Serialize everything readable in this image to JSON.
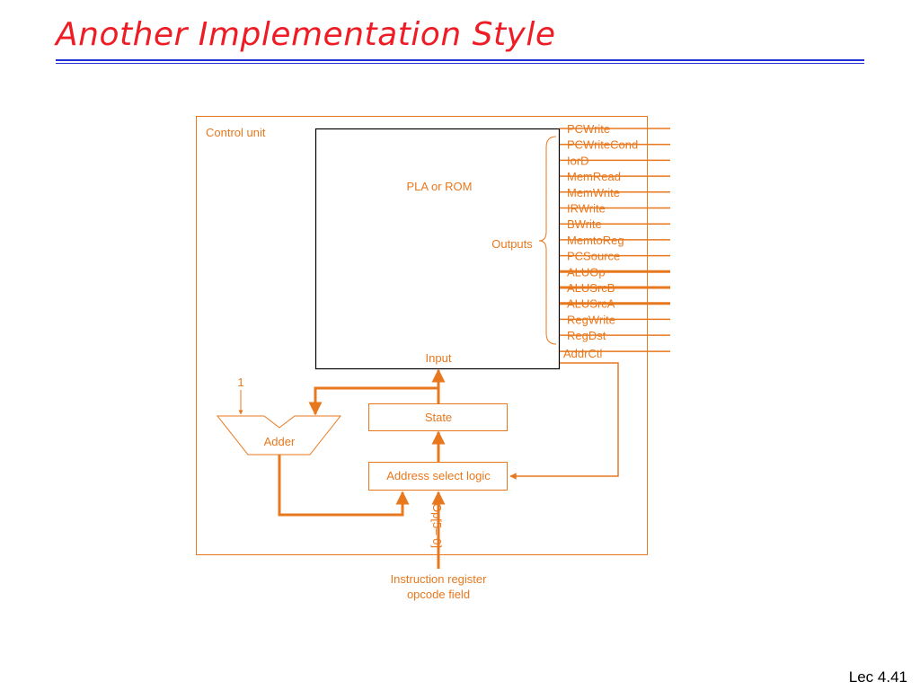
{
  "slide": {
    "title": "Another Implementation Style",
    "page_number": "Lec 4.41"
  },
  "colors": {
    "title": "#ee1c25",
    "title_rule": "#1f2fd6",
    "diagram": "#e8781e"
  },
  "diagram": {
    "control_unit_label": "Control unit",
    "pla_label": "PLA or ROM",
    "outputs_label": "Outputs",
    "input_label": "Input",
    "one_label": "1",
    "adder_label": "Adder",
    "state_label": "State",
    "address_select_label": "Address select logic",
    "op_label": "Op[5– 0]",
    "ir_label_line1": "Instruction register",
    "ir_label_line2": "opcode field",
    "addrctl_label": "AddrCtl",
    "outputs": [
      "PCWrite",
      "PCWriteCond",
      "IorD",
      "MemRead",
      "MemWrite",
      "IRWrite",
      "BWrite",
      "MemtoReg",
      "PCSource",
      "ALUOp",
      "ALUSrcB",
      "ALUSrcA",
      "RegWrite",
      "RegDst"
    ]
  }
}
